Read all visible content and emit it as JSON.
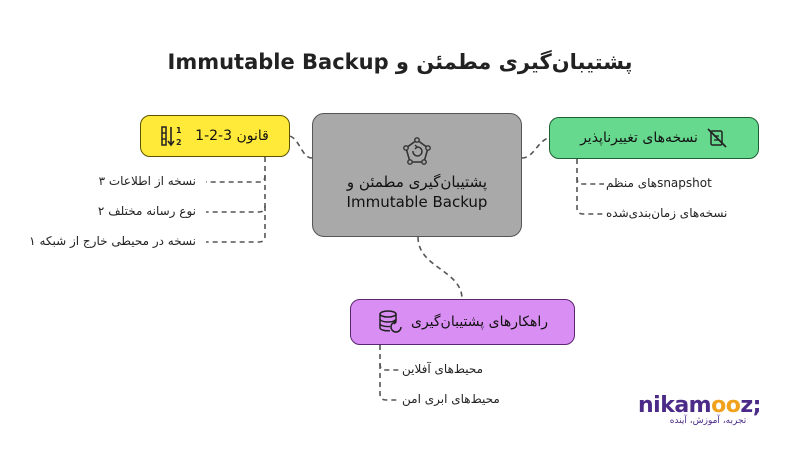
{
  "title": "پشتیبان‌گیری مطمئن و Immutable Backup",
  "center": {
    "line1": "پشتیبان‌گیری مطمئن و",
    "line2": "Immutable Backup",
    "icon": "hub-refresh-icon"
  },
  "rule_node": {
    "label": "قانون 3-2-1",
    "icon": "sort-numeric-icon",
    "color": "#ffea3a",
    "items": [
      "نسخه از اطلاعات ۳",
      "نوع رسانه مختلف ۲",
      "نسخه در محیطی خارج از شبکه ۱"
    ]
  },
  "immutable_node": {
    "label": "نسخه‌های تغییرناپذیر",
    "icon": "no-edit-icon",
    "color": "#67d98f",
    "items": [
      "snapshotهای منظم",
      "نسخه‌های زمان‌بندی‌شده"
    ]
  },
  "strategies_node": {
    "label": "راهکارهای پشتیبان‌گیری",
    "icon": "database-sync-icon",
    "color": "#d98ef3",
    "items": [
      "محیط‌های آفلاین",
      "محیط‌های ابری امن"
    ]
  },
  "logo": {
    "word_start": "nikam",
    "word_oo": "oo",
    "word_end": "z;",
    "tagline": "تجربه، آموزش، آینده"
  }
}
